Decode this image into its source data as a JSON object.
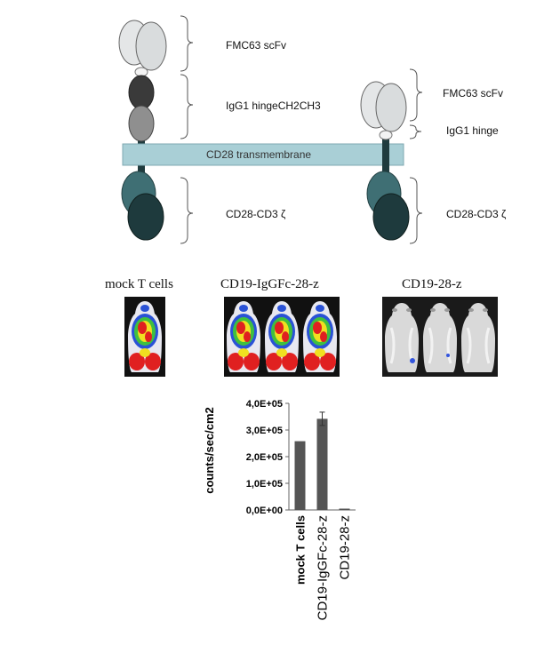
{
  "diagram": {
    "left_construct": {
      "scfv": "FMC63 scFv",
      "hinge": "IgG1 hingeCH2CH3",
      "signaling": "CD28-CD3 ζ"
    },
    "membrane": "CD28 transmembrane",
    "right_construct": {
      "scfv": "FMC63 scFv",
      "hinge": "IgG1 hinge",
      "signaling": "CD28-CD3 ζ"
    }
  },
  "imaging": {
    "panels": [
      {
        "title": "mock T cells",
        "mice": 1,
        "style": "heat"
      },
      {
        "title": "CD19-IgGFc-28-z",
        "mice": 3,
        "style": "heat"
      },
      {
        "title": "CD19-28-z",
        "mice": 3,
        "style": "gray"
      }
    ]
  },
  "chart_data": {
    "type": "bar",
    "categories": [
      "mock T cells",
      "CD19-IgGFc-28-z",
      "CD19-28-z"
    ],
    "values": [
      258000,
      342000,
      5000
    ],
    "errors": [
      0,
      25000,
      0
    ],
    "ylabel": "counts/sec/cm2",
    "ylim": [
      0,
      400000
    ],
    "yticks": [
      0,
      100000,
      200000,
      300000,
      400000
    ],
    "ytick_labels": [
      "0,0E+00",
      "1,0E+05",
      "2,0E+05",
      "3,0E+05",
      "4,0E+05"
    ],
    "bar_color": "#555555",
    "grid": false,
    "legend": "none"
  }
}
